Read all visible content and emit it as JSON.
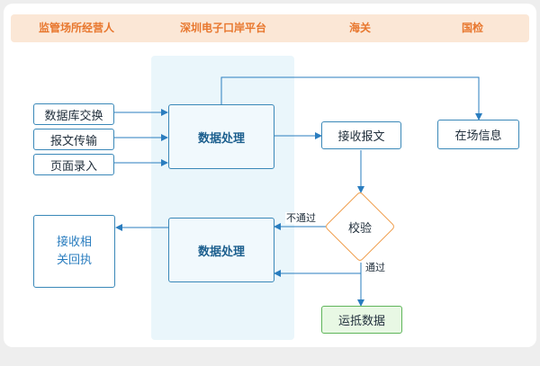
{
  "header": {
    "lane1": "监管场所经营人",
    "lane2": "深圳电子口岸平台",
    "lane3": "海关",
    "lane4": "国检"
  },
  "nodes": {
    "db_exchange": "数据库交换",
    "msg_transfer": "报文传输",
    "page_entry": "页面录入",
    "process_top": "数据处理",
    "process_bottom": "数据处理",
    "receive_msg": "接收报文",
    "onsite_info": "在场信息",
    "verify": "校验",
    "arrival_data": "运抵数据",
    "receive_receipt": "接收相\n关回执"
  },
  "edge_labels": {
    "fail": "不通过",
    "pass": "通过"
  },
  "colors": {
    "header_bg": "#fbe7d6",
    "header_text": "#e8772e",
    "lane_bg": "#eaf6fb",
    "line": "#2a7dbf",
    "diamond_border": "#f0a050",
    "success_bg": "#e8f8e4"
  }
}
